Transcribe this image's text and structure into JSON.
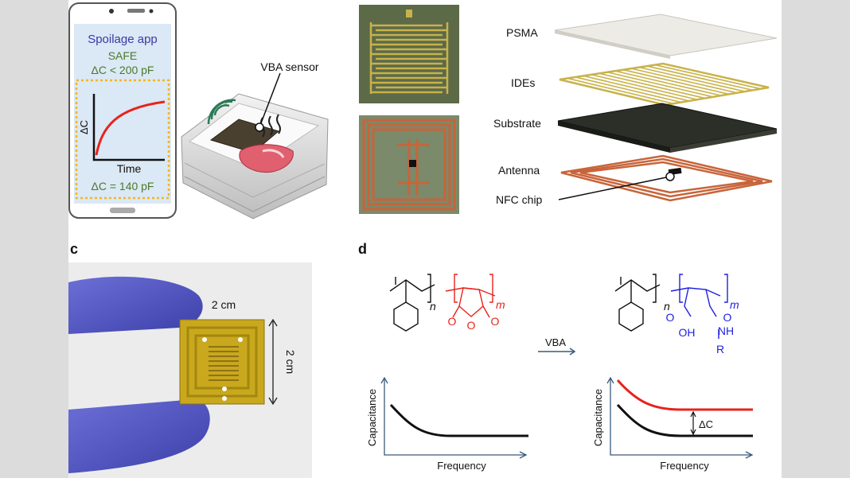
{
  "phone": {
    "app_title": "Spoilage app",
    "status": "SAFE",
    "threshold": "ΔC < 200 pF",
    "y_axis": "ΔC",
    "x_axis": "Time",
    "reading": "ΔC = 140 pF"
  },
  "box": {
    "sensor_label": "VBA sensor"
  },
  "layers": {
    "psma": "PSMA",
    "ides": "IDEs",
    "substrate": "Substrate",
    "antenna": "Antenna",
    "nfc": "NFC chip"
  },
  "panel_c": {
    "letter": "c",
    "width_label": "2 cm",
    "height_label": "2 cm"
  },
  "panel_d": {
    "letter": "d",
    "reaction_label": "VBA",
    "sub_n": "n",
    "sub_m": "m",
    "o_label": "O",
    "oh_label": "OH",
    "nh_label": "NH",
    "r_label": "R",
    "cap_label": "Capacitance",
    "freq_label": "Frequency",
    "delta_label": "ΔC"
  },
  "colors": {
    "polymer_red": "#e8231c",
    "polymer_blue": "#1f1fe0",
    "gold": "#c8b24a",
    "copper": "#c8643a",
    "phone_text": "#3a3aa0",
    "phone_green": "#4a7a2a",
    "dotted": "#f3b71d"
  }
}
